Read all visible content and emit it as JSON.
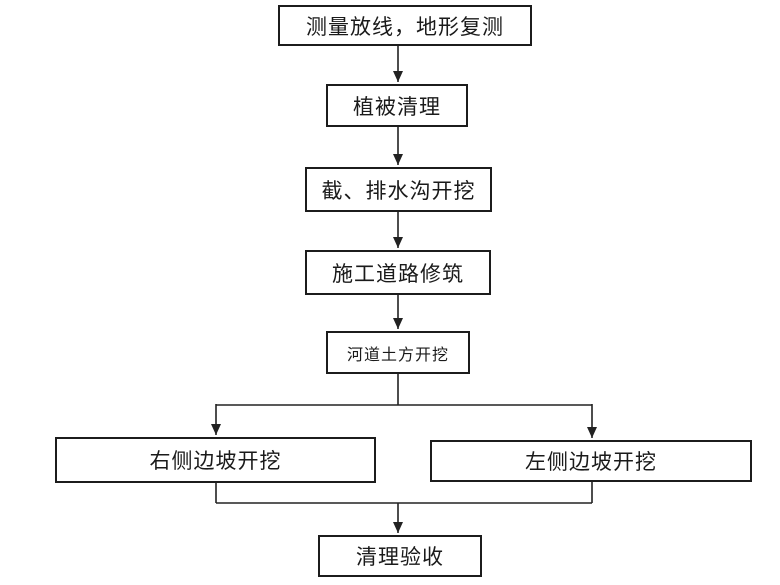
{
  "flowchart": {
    "nodes": {
      "survey": {
        "label": "测量放线，地形复测"
      },
      "vegetation": {
        "label": "植被清理"
      },
      "ditch": {
        "label": "截、排水沟开挖"
      },
      "road": {
        "label": "施工道路修筑"
      },
      "channel": {
        "label": "河道土方开挖"
      },
      "right_slope": {
        "label": "右侧边坡开挖"
      },
      "left_slope": {
        "label": "左侧边坡开挖"
      },
      "acceptance": {
        "label": "清理验收"
      }
    },
    "edges": [
      {
        "from": "survey",
        "to": "vegetation"
      },
      {
        "from": "vegetation",
        "to": "ditch"
      },
      {
        "from": "ditch",
        "to": "road"
      },
      {
        "from": "road",
        "to": "channel"
      },
      {
        "from": "channel",
        "to": "right_slope"
      },
      {
        "from": "channel",
        "to": "left_slope"
      },
      {
        "from": "right_slope",
        "to": "acceptance"
      },
      {
        "from": "left_slope",
        "to": "acceptance"
      }
    ],
    "colors": {
      "background": "#ffffff",
      "box_border": "#1c1c1c",
      "line": "#222222",
      "text": "#1a1a1a"
    }
  }
}
